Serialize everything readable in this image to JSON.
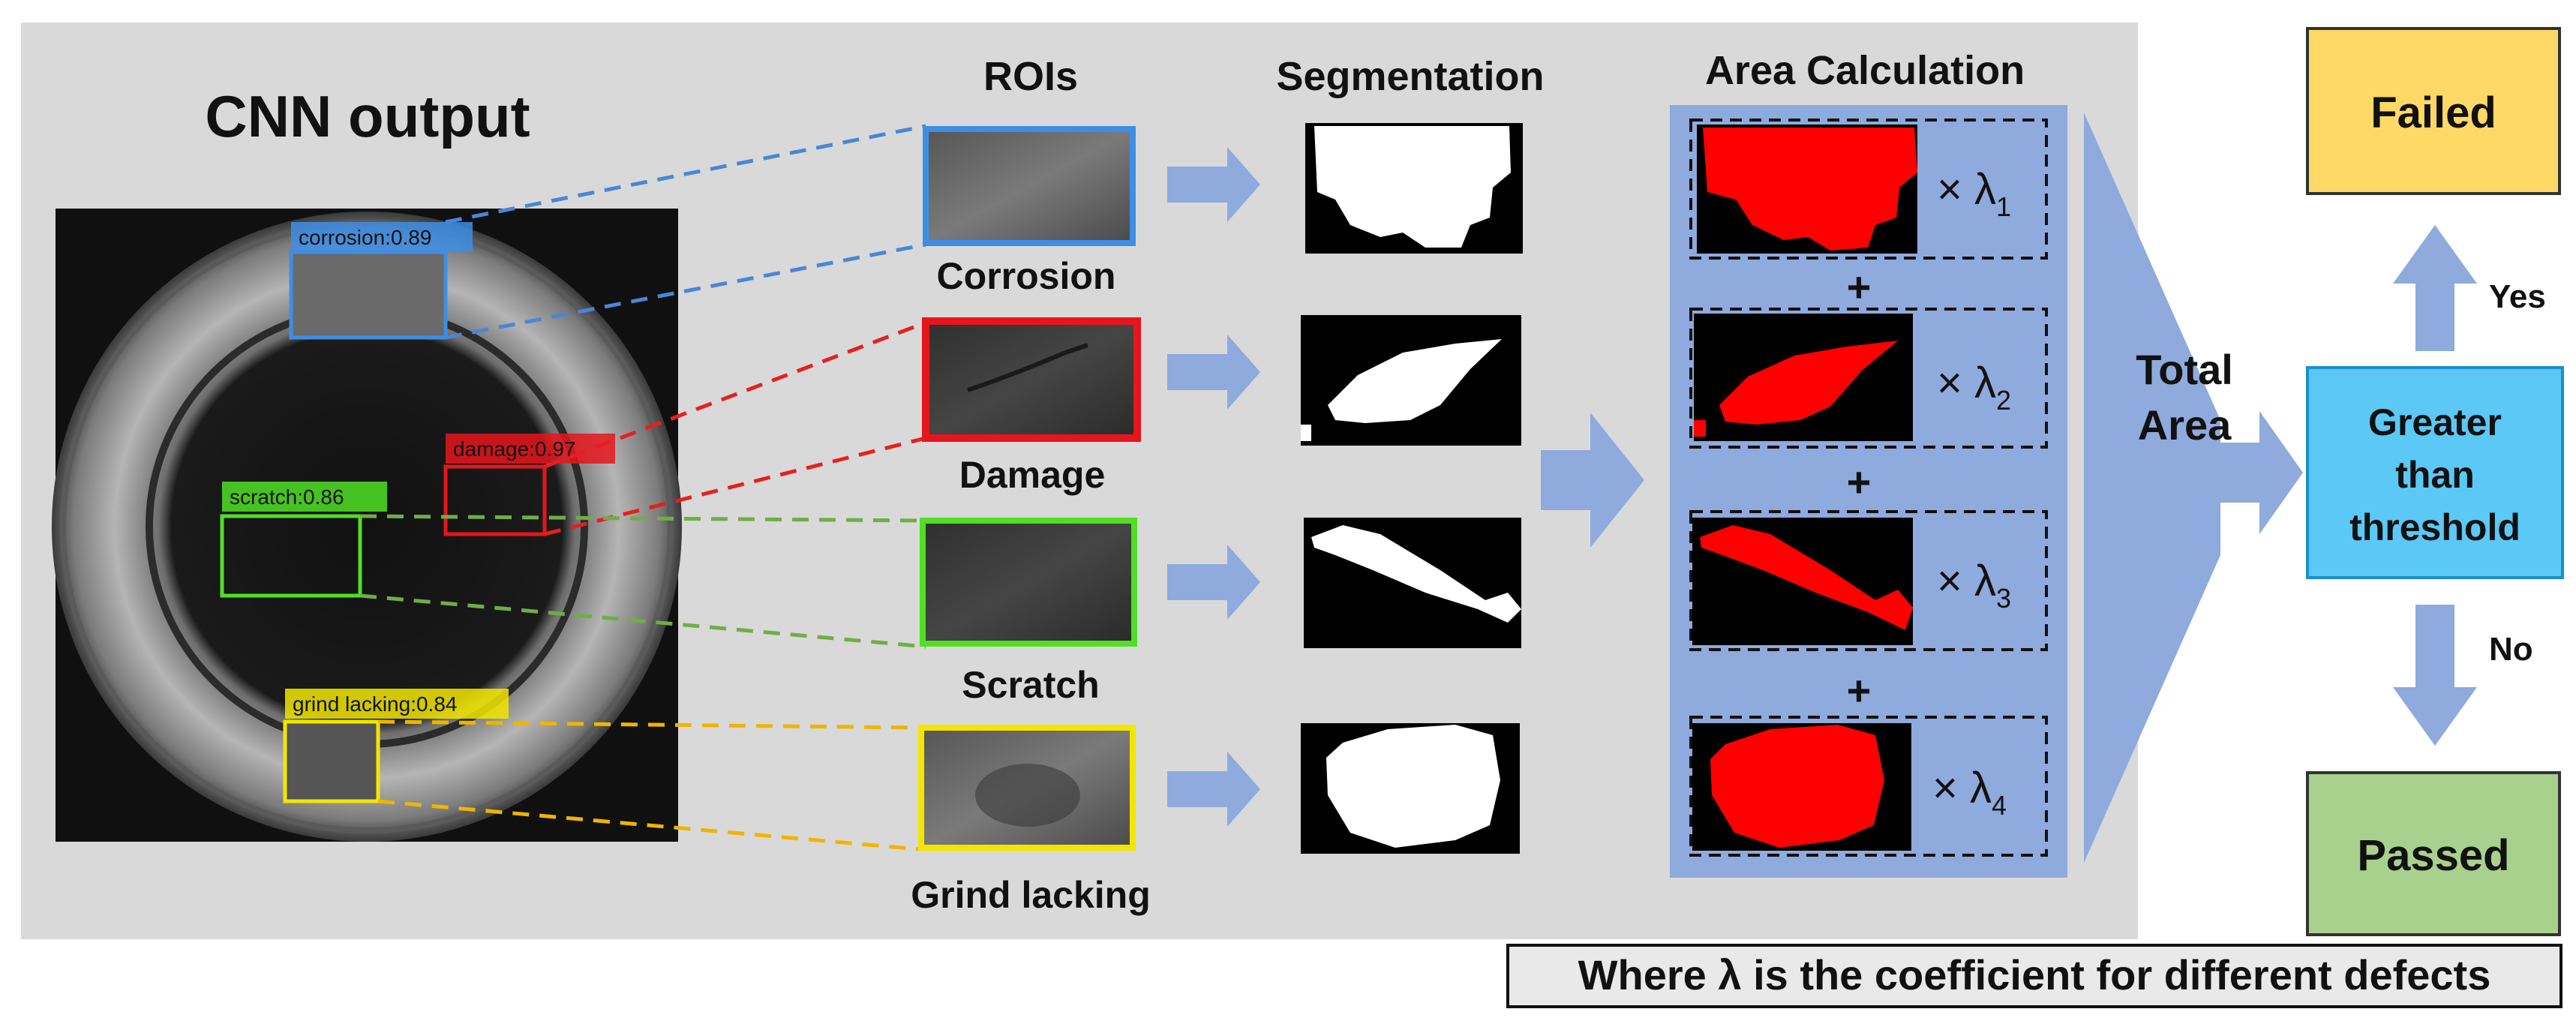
{
  "cnn": {
    "title": "CNN output",
    "detections": [
      {
        "label": "corrosion:0.89",
        "color": "#3e8ee6"
      },
      {
        "label": "damage:0.97",
        "color": "#e6161c"
      },
      {
        "label": "scratch:0.86",
        "color": "#4fe024"
      },
      {
        "label": "grind lacking:0.84",
        "color": "#f2e600"
      }
    ]
  },
  "columns": {
    "rois": "ROIs",
    "segmentation": "Segmentation",
    "area_calculation": "Area Calculation"
  },
  "roi_labels": [
    "Corrosion",
    "Damage",
    "Scratch",
    "Grind lacking"
  ],
  "area_terms": [
    {
      "times": "× λ",
      "sub": "1"
    },
    {
      "times": "× λ",
      "sub": "2"
    },
    {
      "times": "× λ",
      "sub": "3"
    },
    {
      "times": "× λ",
      "sub": "4"
    }
  ],
  "plus": "+",
  "total": {
    "line1": "Total",
    "line2": "Area"
  },
  "decision": {
    "threshold": [
      "Greater",
      "than",
      "threshold"
    ],
    "yes": "Yes",
    "no": "No",
    "failed": "Failed",
    "passed": "Passed"
  },
  "footnote": "Where λ is the coefficient for different defects",
  "colors": {
    "panel_bg": "#d9d9d9",
    "arrow": "#8faadc",
    "area_bg": "#8faadc",
    "failed_bg": "#ffd966",
    "passed_bg": "#a9d18e",
    "threshold_bg": "#5bc8f5",
    "defect_fill": "#ff0000"
  }
}
